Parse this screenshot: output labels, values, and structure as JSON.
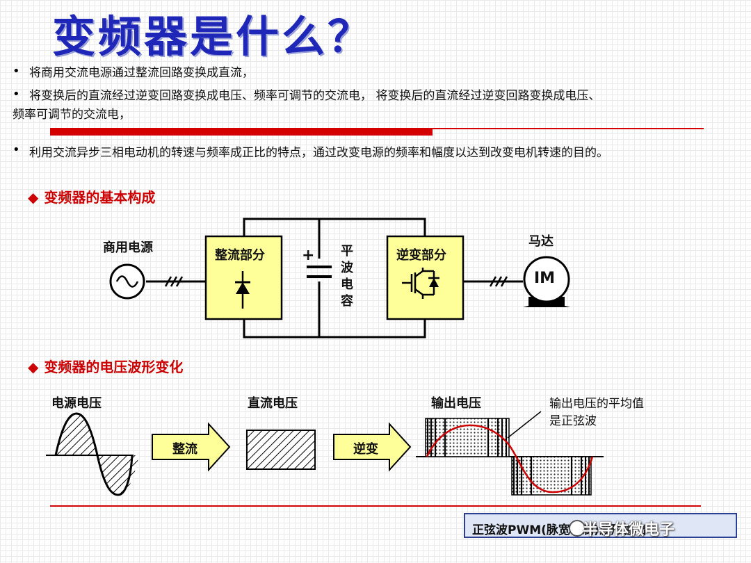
{
  "title": "变频器是什么？",
  "bullets": [
    "将商用交流电源通过整流回路变换成直流，",
    "将变换后的直流经过逆变回路变换成电压、频率可调节的交流电，  将变换后的直流经过逆变回路变换成电压、",
    "频率可调节的交流电，",
    "利用交流异步三相电动机的转速与频率成正比的特点，通过改变电源的频率和幅度以达到改变电机转速的目的。"
  ],
  "section1": {
    "title": "变频器的基本构成"
  },
  "section2": {
    "title": "变频器的电压波形变化"
  },
  "diagram": {
    "source_label": "商用电源",
    "rectifier_label": "整流部分",
    "capacitor_label": [
      "平",
      "波",
      "电",
      "容"
    ],
    "inverter_label": "逆变部分",
    "motor_label": "马达",
    "motor_text": "IM",
    "plus": "+"
  },
  "waveforms": {
    "source_voltage": "电源电压",
    "dc_voltage": "直流电压",
    "output_voltage": "输出电压",
    "arrow1": "整流",
    "arrow2": "逆变",
    "note_line1": "输出电压的平均值",
    "note_line2": "是正弦波"
  },
  "footer": "正弦波PWM(脉宽调制)波形输出",
  "watermark": "半导体微电子",
  "colors": {
    "title": "#1f27b8",
    "accent_red": "#d40000",
    "box_fill": "#ffff99",
    "footer_fill": "#dfe6f5",
    "footer_border": "#2a3f8f"
  }
}
